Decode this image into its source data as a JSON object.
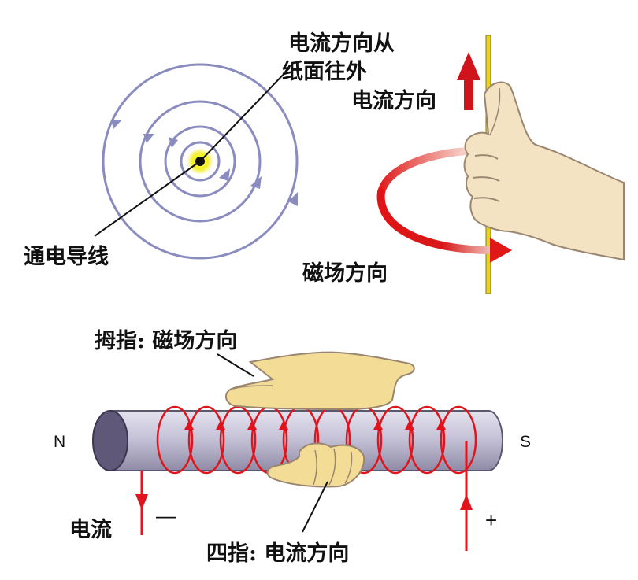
{
  "labels": {
    "current_out_line1": "电流方向从",
    "current_out_line2": "纸面往外",
    "current_direction": "电流方向",
    "wire": "通电导线",
    "magnetic_field_direction": "磁场方向",
    "thumb_label": "拇指: 磁场方向",
    "fingers_label": "四指: 电流方向",
    "current": "电流",
    "pole_n": "N",
    "pole_s": "S",
    "minus": "—",
    "plus": "+"
  },
  "colors": {
    "field_lines": "#8a8cc0",
    "current_arrow": "#d0141c",
    "coil": "#e0141c",
    "skin": "#f3e3c3",
    "skin_stroke": "#9a8670",
    "rod": "#c4c1d6",
    "wire_core": "#e8d21c"
  },
  "icons": [
    "right-hand-icon",
    "hand-icon",
    "current-arrow-icon"
  ]
}
